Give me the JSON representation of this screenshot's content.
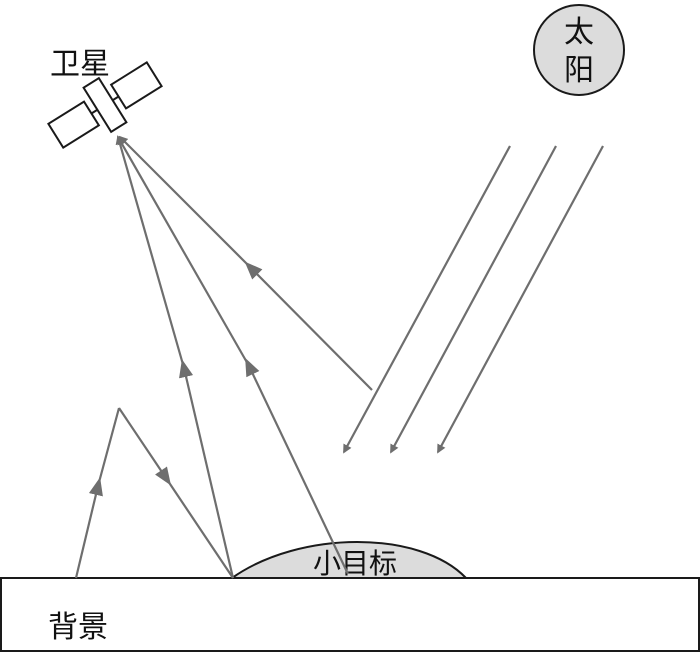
{
  "labels": {
    "satellite": "卫星",
    "sun_line1": "太",
    "sun_line2": "阳",
    "small_target": "小目标",
    "background": "背景"
  },
  "colors": {
    "ray": "#6e6e6e",
    "outline": "#1a1a1a",
    "sun_fill": "#dcdcdc",
    "target_fill": "#dcdcdc",
    "background_fill": "#ffffff"
  },
  "icons": {
    "satellite": "satellite-icon",
    "sun": "sun-icon"
  }
}
